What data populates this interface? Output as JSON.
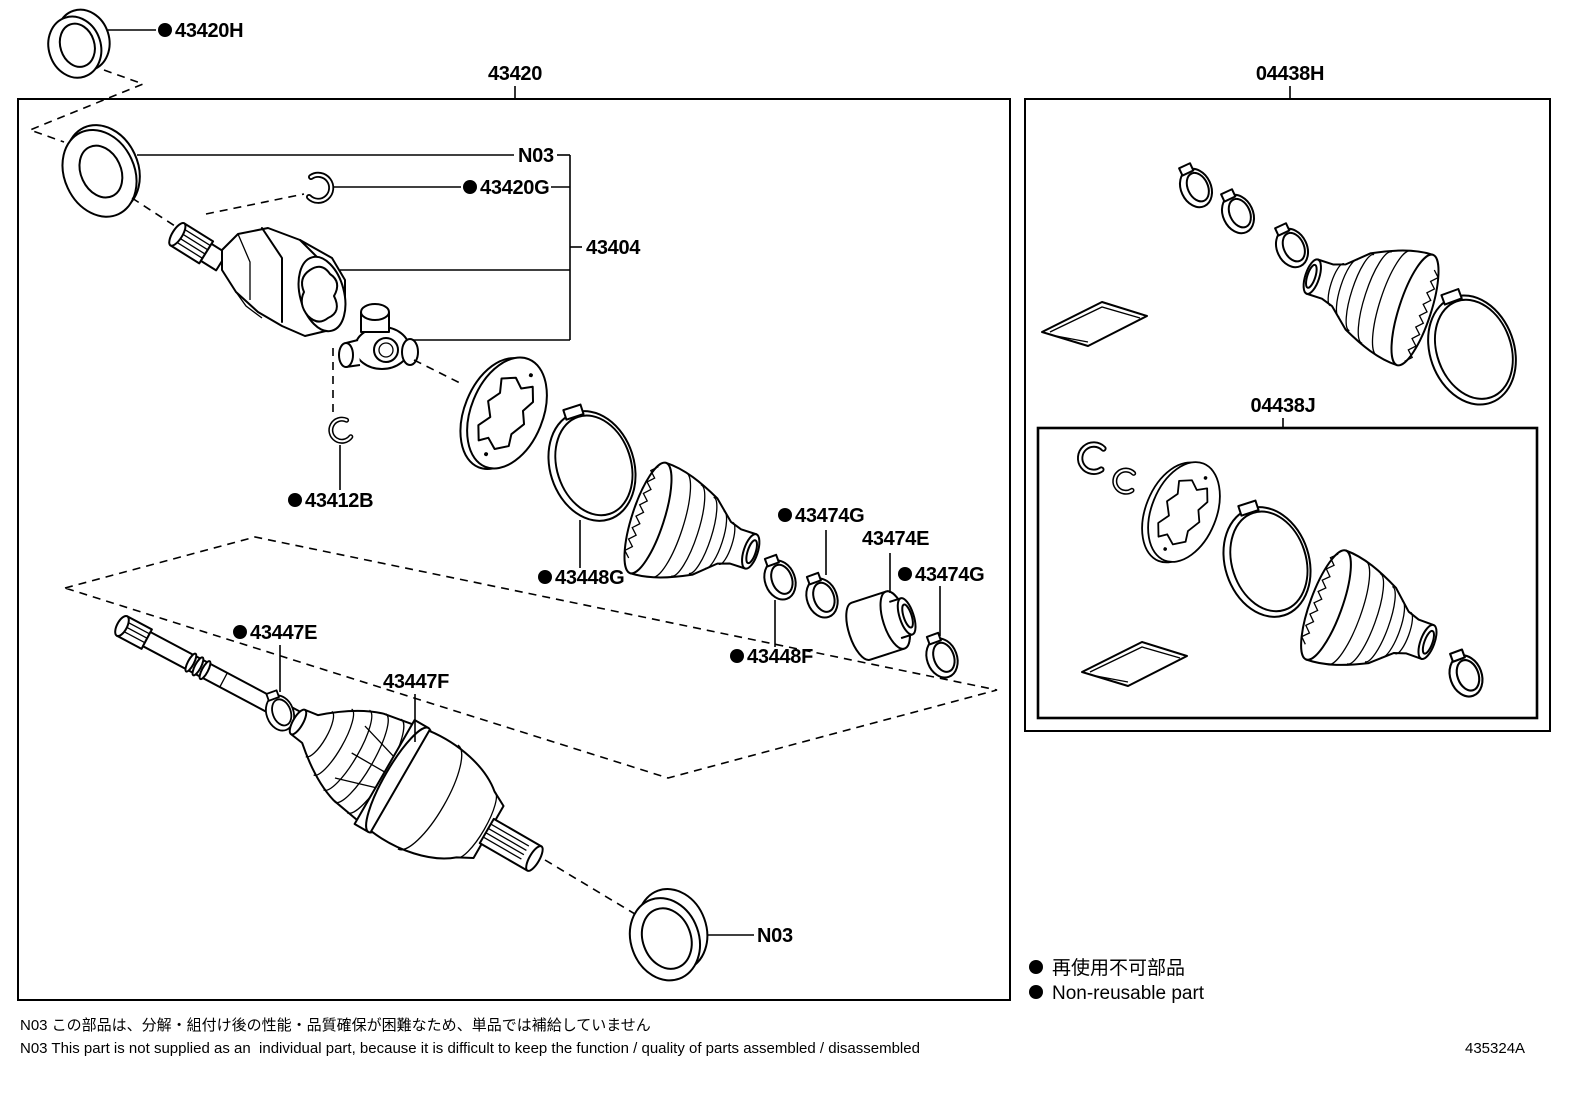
{
  "figure_id": "435324A",
  "group_labels": {
    "main_assembly": "43420",
    "boot_kit_h": "04438H",
    "boot_kit_j": "04438J"
  },
  "callouts": {
    "seal_43420H": {
      "label": "43420H",
      "non_reusable": true
    },
    "seal_n03_top": {
      "label": "N03",
      "non_reusable": false
    },
    "snap_ring_43420G": {
      "label": "43420G",
      "non_reusable": true
    },
    "inner_joint_43404": {
      "label": "43404",
      "non_reusable": false
    },
    "snap_ring_43412B": {
      "label": "43412B",
      "non_reusable": true
    },
    "clamp_43448G": {
      "label": "43448G",
      "non_reusable": true
    },
    "clamp_43474G_a": {
      "label": "43474G",
      "non_reusable": true
    },
    "damper_43474E": {
      "label": "43474E",
      "non_reusable": false
    },
    "clamp_43474G_b": {
      "label": "43474G",
      "non_reusable": true
    },
    "clamp_43448F": {
      "label": "43448F",
      "non_reusable": true
    },
    "clamp_43447E": {
      "label": "43447E",
      "non_reusable": true
    },
    "outer_joint_43447F": {
      "label": "43447F",
      "non_reusable": false
    },
    "seal_n03_bottom": {
      "label": "N03",
      "non_reusable": false
    }
  },
  "legend": {
    "label_jp": "再使用不可部品",
    "label_en": "Non-reusable part"
  },
  "notes": {
    "jp": "N03 この部品は、分解・組付け後の性能・品質確保が困難なため、単品では補給していません",
    "en": "N03 This part is not supplied as an  individual part, because it is difficult to keep the function / quality of parts assembled / disassembled"
  }
}
